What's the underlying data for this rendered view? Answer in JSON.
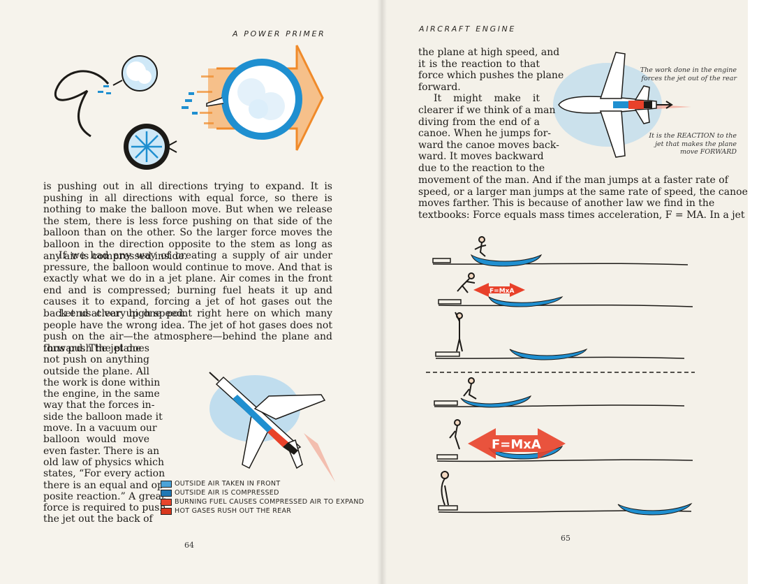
{
  "left_page": {
    "header": "A POWER PRIMER",
    "page_number": "64",
    "paragraphs": [
      "is pushing out in all directions trying to expand. It is pushing in all directions with equal force, so there is nothing to make the balloon move. But when we release the stem, there is less force pushing on that side of the balloon than on the other. So the larger force moves the balloon in the direction opposite to the stem as long as any air is compressed inside.",
      "If we had any way of creating a supply of air under pressure, the balloon would continue to move. And that is exactly what we do in a jet plane. Air comes in the front end and is compressed; burning fuel heats it up and causes it to expand, forcing a jet of hot gases out the back end at very high speed.",
      "Let us clear up one point right here on which many people have the wrong idea. The jet of hot gases does not push on the air—the atmosphere—behind the plane and thus push the plane"
    ],
    "wrap_lines": [
      "forward. The jet does",
      "not push on anything",
      "outside the plane. All",
      "the work is done within",
      "the engine, in the same",
      "way that the forces in-",
      "side the balloon made it",
      "move. In a vacuum our",
      "balloon would move",
      "even faster. There is an",
      "old law of physics which",
      "states, “For every action",
      "there is an equal and op-",
      "posite reaction.” A great",
      "force is required to push",
      "the jet out the back of"
    ],
    "legend": [
      {
        "label": "OUTSIDE AIR TAKEN IN FRONT",
        "color": "#4aa3d8"
      },
      {
        "label": "OUTSIDE AIR IS COMPRESSED",
        "color": "#1f78b4"
      },
      {
        "label": "BURNING FUEL CAUSES COMPRESSED AIR TO EXPAND",
        "color": "#e8452c"
      },
      {
        "label": "HOT GASES RUSH OUT THE REAR",
        "color": "#d9381e"
      }
    ]
  },
  "right_page": {
    "header": "AIRCRAFT ENGINE",
    "page_number": "65",
    "wrap_lines": [
      "the plane at high speed, and",
      "it is the reaction to that",
      "force which pushes the plane",
      "forward.",
      "It might make it",
      "clearer if we think of a man",
      "diving from the end of a",
      "canoe. When he jumps for-",
      "ward the canoe moves back-",
      "ward. It moves backward",
      "due to the reaction to the"
    ],
    "full_lines": [
      "movement of the man. And if the man jumps at a faster rate of",
      "speed, or a larger man jumps at the same rate of speed, the canoe",
      "moves farther. This is because of another law we find in the",
      "textbooks: Force equals mass times acceleration, F = MA. In a jet"
    ],
    "caption_top": "The work done in the engine forces the jet out of the rear",
    "caption_bottom": "It is the REACTION to the jet that makes the plane move FORWARD",
    "fma_label": "F=MxA"
  },
  "colors": {
    "blue": "#1f8fd0",
    "light_blue": "#a9d3ef",
    "orange": "#f08a2a",
    "red": "#e8412a",
    "ink": "#1c1a17"
  }
}
